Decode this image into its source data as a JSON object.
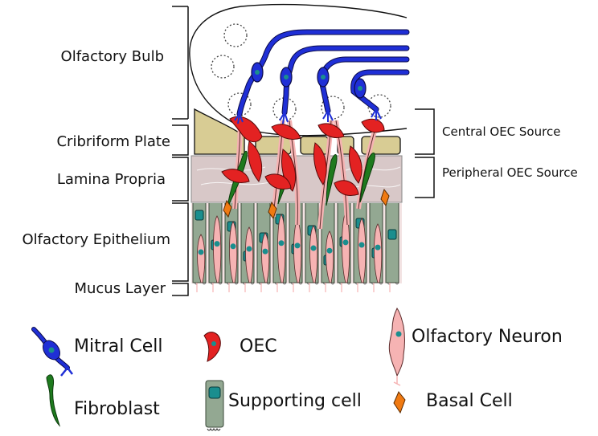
{
  "layer_labels": {
    "olfactory_bulb": "Olfactory Bulb",
    "cribriform_plate": "Cribriform Plate",
    "lamina_propria": "Lamina Propria",
    "olfactory_epithelium": "Olfactory Epithelium",
    "mucus_layer": "Mucus Layer"
  },
  "source_labels": {
    "central": "Central OEC Source",
    "peripheral": "Peripheral OEC Source"
  },
  "legend": {
    "mitral_cell": "Mitral Cell",
    "oec": "OEC",
    "olfactory_neuron": "Olfactory Neuron",
    "fibroblast": "Fibroblast",
    "supporting_cell": "Supporting cell",
    "basal_cell": "Basal Cell"
  },
  "colors": {
    "mitral": "#1f2fd6",
    "oec": "#e32222",
    "neuron": "#f6b3b3",
    "fibroblast": "#1e7a1e",
    "supporting": "#93a892",
    "nucleus": "#1a8e8e",
    "basal": "#f07a12",
    "cribriform": "#d8cc94",
    "lamina": "#d6c6c6"
  }
}
